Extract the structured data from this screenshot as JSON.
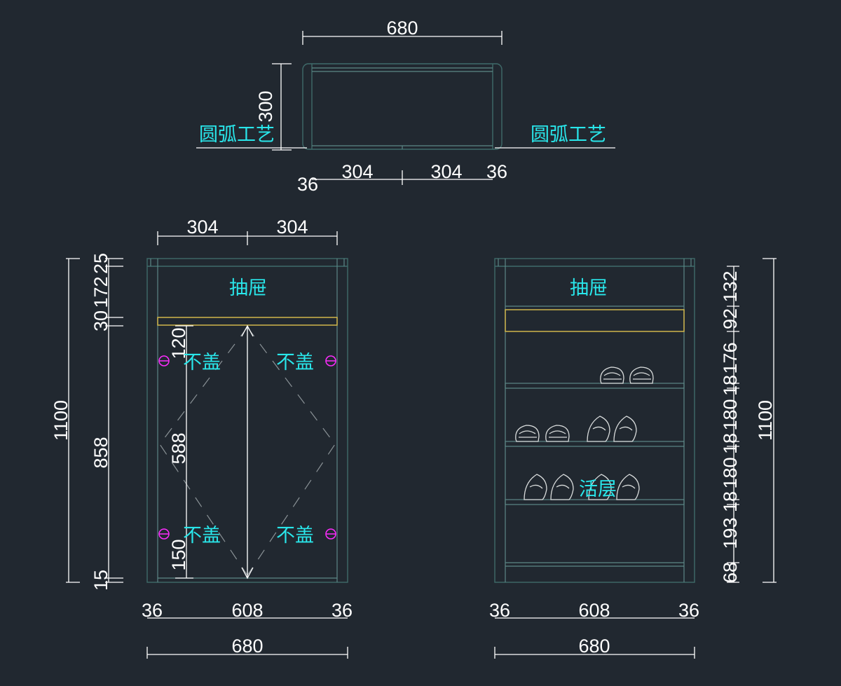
{
  "plan": {
    "width_total": "680",
    "depth": "300",
    "arc_left": "圆弧工艺",
    "arc_right": "圆弧工艺",
    "bottom_left_side": "36",
    "bottom_left_door": "304",
    "bottom_right_door": "304",
    "bottom_right_side": "36"
  },
  "front": {
    "top_door_left": "304",
    "top_door_right": "304",
    "v_25": "25",
    "v_172": "172",
    "v_30": "30",
    "v_1100": "1100",
    "v_858": "858",
    "v_15": "15",
    "inner_120": "120",
    "inner_588": "588",
    "inner_150": "150",
    "drawer_label": "抽屉",
    "hinge_tl": "不盖",
    "hinge_tr": "不盖",
    "hinge_bl": "不盖",
    "hinge_br": "不盖",
    "bottom_left_side": "36",
    "bottom_inner": "608",
    "bottom_right_side": "36",
    "width_total": "680"
  },
  "section": {
    "drawer_label": "抽屉",
    "shelf_label": "活层",
    "v_132": "132",
    "v_92": "92",
    "v_176": "176",
    "v_18a": "18",
    "v_180a": "180",
    "v_18b": "18",
    "v_180b": "180",
    "v_18c": "18",
    "v_193": "193",
    "v_68": "68",
    "v_1100": "1100",
    "bottom_left_side": "36",
    "bottom_inner": "608",
    "bottom_right_side": "36",
    "width_total": "680"
  }
}
